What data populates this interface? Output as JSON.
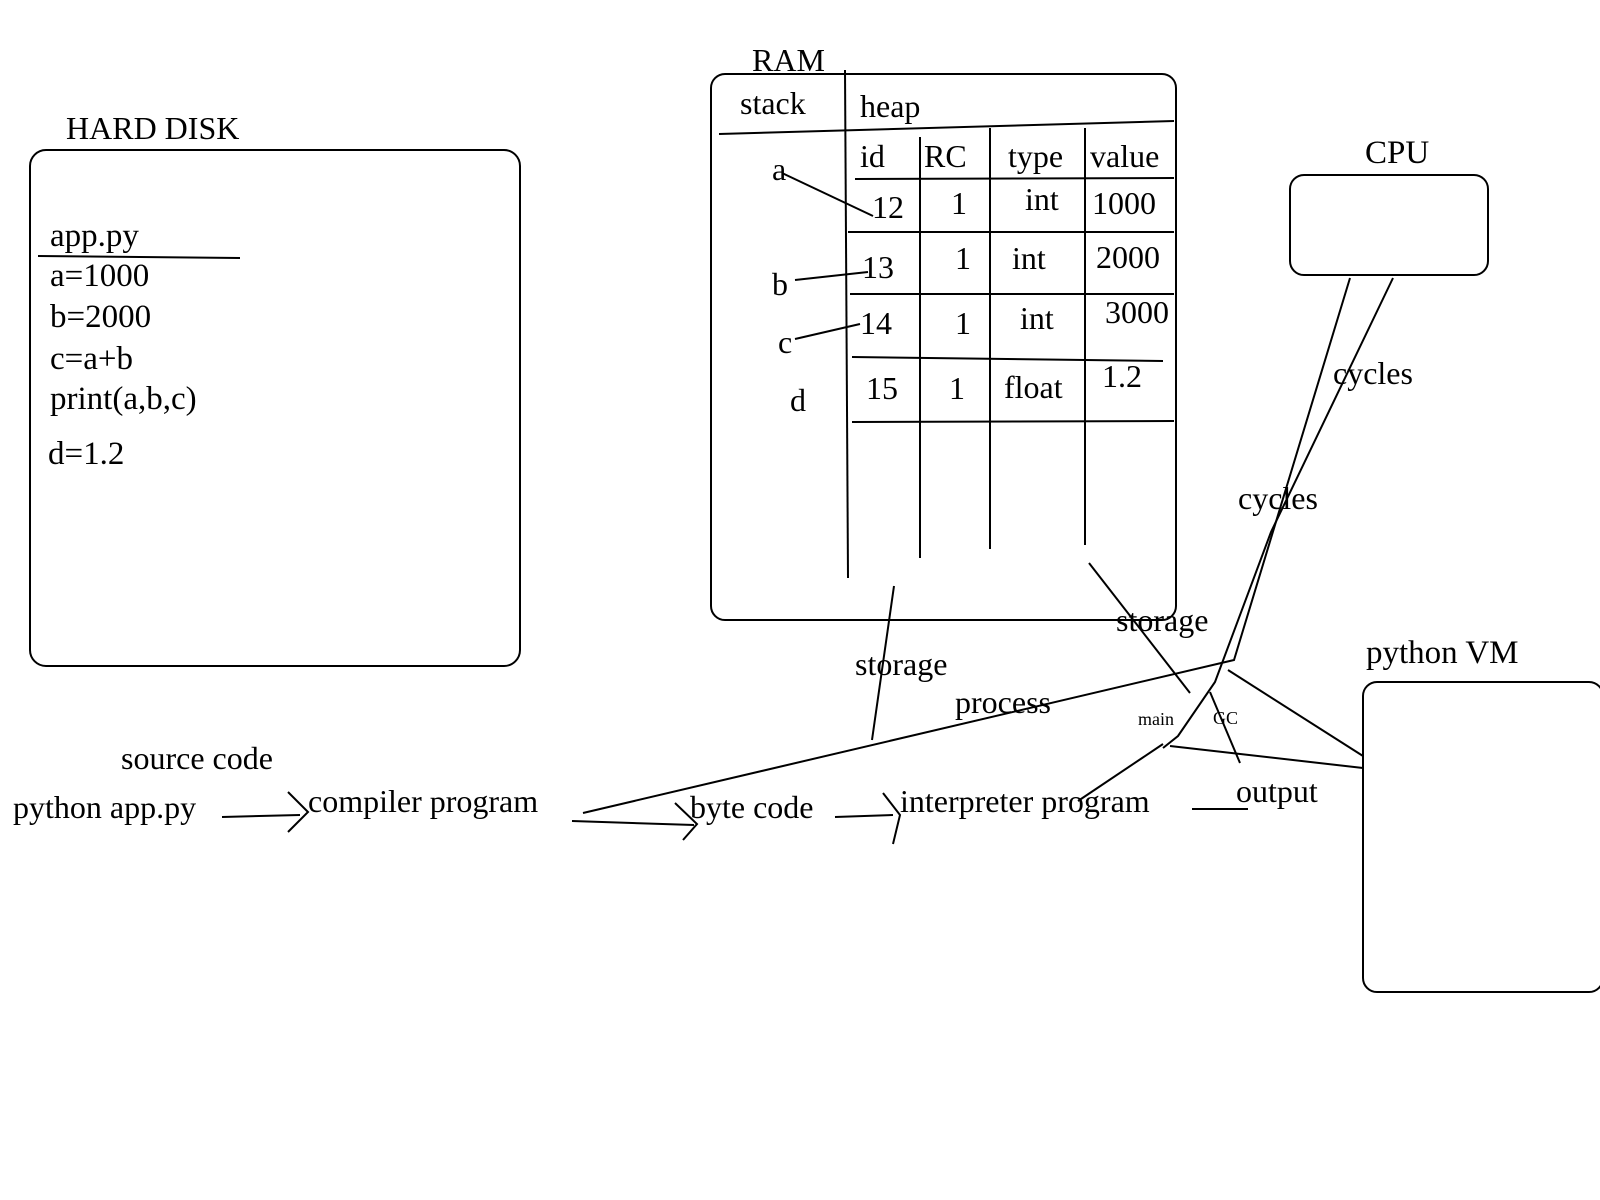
{
  "hard_disk": {
    "title": "HARD DISK",
    "file_name": "app.py",
    "code_lines": [
      "a=1000",
      "b=2000",
      "c=a+b",
      "print(a,b,c)",
      "d=1.2"
    ]
  },
  "ram": {
    "title": "RAM",
    "stack_label": "stack",
    "heap_label": "heap",
    "stack_vars": [
      "a",
      "b",
      "c",
      "d"
    ],
    "table": {
      "headers": [
        "id",
        "RC",
        "type",
        "value"
      ],
      "rows": [
        {
          "id": "12",
          "rc": "1",
          "type": "int",
          "value": "1000"
        },
        {
          "id": "13",
          "rc": "1",
          "type": "int",
          "value": "2000"
        },
        {
          "id": "14",
          "rc": "1",
          "type": "int",
          "value": "3000"
        },
        {
          "id": "15",
          "rc": "1",
          "type": "float",
          "value": "1.2"
        }
      ]
    }
  },
  "cpu": {
    "title": "CPU"
  },
  "python_vm": {
    "title": "python  VM"
  },
  "flow": {
    "command": "python  app.py",
    "source_code_label": "source  code",
    "compiler": "compiler  program",
    "byte_code": "byte  code",
    "interpreter": "interpreter  program",
    "output": "output"
  },
  "annotations": {
    "storage_1": "storage",
    "storage_2": "storage",
    "process": "process",
    "cycles_1": "cycles",
    "cycles_2": "cycles",
    "main": "main",
    "gc": "GC"
  }
}
